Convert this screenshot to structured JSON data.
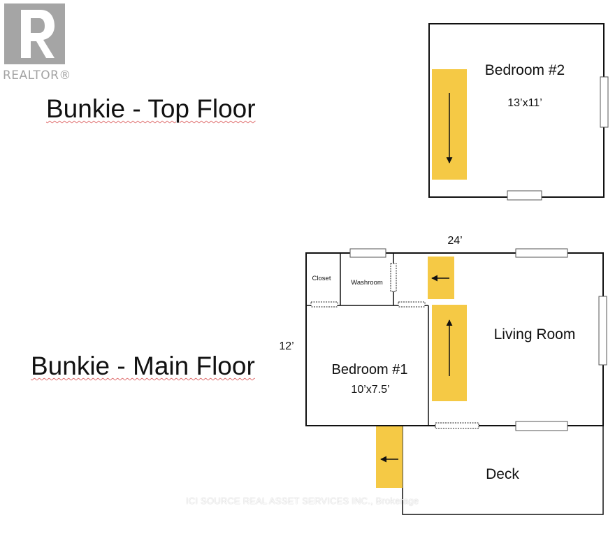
{
  "logo": {
    "text": "REALTOR®"
  },
  "titles": {
    "top_floor": "Bunkie - Top Floor",
    "main_floor": "Bunkie - Main Floor"
  },
  "rooms": {
    "bedroom2": {
      "name": "Bedroom #2",
      "size": "13’x11’"
    },
    "closet": {
      "name": "Closet"
    },
    "washroom": {
      "name": "Washroom"
    },
    "bedroom1": {
      "name": "Bedroom #1",
      "size": "10’x7.5’"
    },
    "living_room": {
      "name": "Living Room"
    },
    "deck": {
      "name": "Deck"
    }
  },
  "dimensions": {
    "width": "24’",
    "depth": "12’"
  },
  "watermark": "ICI SOURCE REAL ASSET SERVICES INC., Brokerage",
  "colors": {
    "stairs": "#f5c945",
    "wall": "#111111",
    "window": "#ffffff",
    "logo_gray": "#a5a5a5"
  },
  "icons": [
    "realtor-logo-icon",
    "stair-arrow-down-icon",
    "stair-arrow-left-icon",
    "stair-arrow-up-icon"
  ]
}
